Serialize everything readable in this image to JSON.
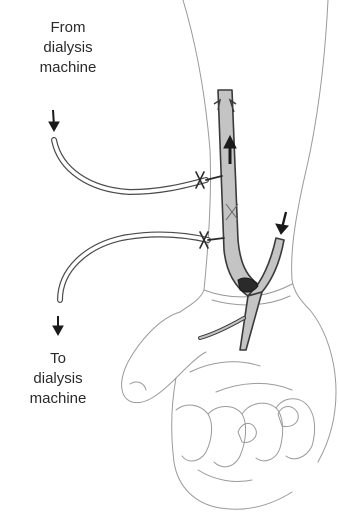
{
  "labels": {
    "from": [
      "From",
      "dialysis",
      "machine"
    ],
    "to": [
      "To",
      "dialysis",
      "machine"
    ]
  },
  "colors": {
    "outline": "#9a9a9a",
    "vessel_fill": "#c4c4c4",
    "vessel_stroke": "#3a3a3a",
    "tube_stroke": "#4a4a4a",
    "arrow": "#1a1a1a",
    "text": "#2a2a2a"
  }
}
